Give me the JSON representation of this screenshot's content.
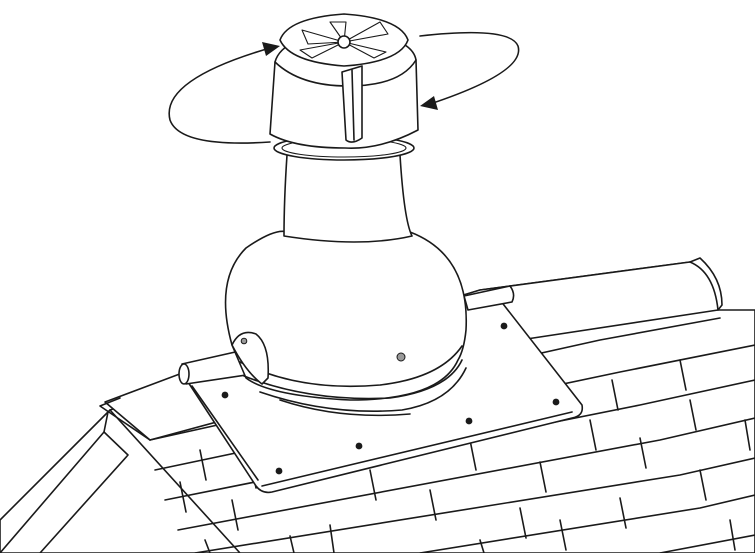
{
  "figure": {
    "subject": "roof-vent-with-rotating-turbine-cap",
    "colors": {
      "ink": "#1a1a1a",
      "background": "#ffffff",
      "screw": "#1a1a1a",
      "grey-screw": "#9a9a9a"
    },
    "rotation_arrows": 2,
    "flashing_screws": 8
  }
}
